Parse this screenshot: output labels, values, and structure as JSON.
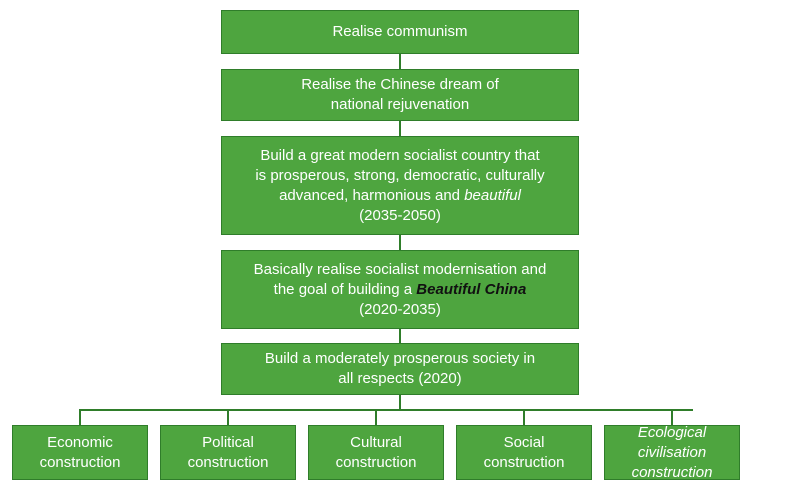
{
  "levels": [
    {
      "lines": [
        "Realise communism"
      ]
    },
    {
      "lines": [
        "Realise the Chinese dream of",
        "national rejuvenation"
      ]
    },
    {
      "lines": [
        "Build a great modern socialist country that",
        "is prosperous, strong, democratic, culturally",
        "advanced, harmonious and ",
        "beautiful",
        "(2035-2050)"
      ]
    },
    {
      "lines": [
        "Basically realise socialist modernisation and",
        "the goal of building a ",
        "Beautiful China",
        "(2020-2035)"
      ]
    },
    {
      "lines": [
        "Build a moderately prosperous society in",
        "all respects (2020)"
      ]
    }
  ],
  "pillars": [
    {
      "lines": [
        "Economic",
        "construction"
      ]
    },
    {
      "lines": [
        "Political",
        "construction"
      ]
    },
    {
      "lines": [
        "Cultural",
        "construction"
      ]
    },
    {
      "lines": [
        "Social",
        "construction"
      ]
    },
    {
      "lines": [
        "Ecological civilisation",
        "construction"
      ]
    }
  ],
  "colors": {
    "box_fill": "#4ea53f",
    "box_border": "#2f7d2a",
    "text": "#ffffff",
    "emphasis_text": "#111111"
  }
}
